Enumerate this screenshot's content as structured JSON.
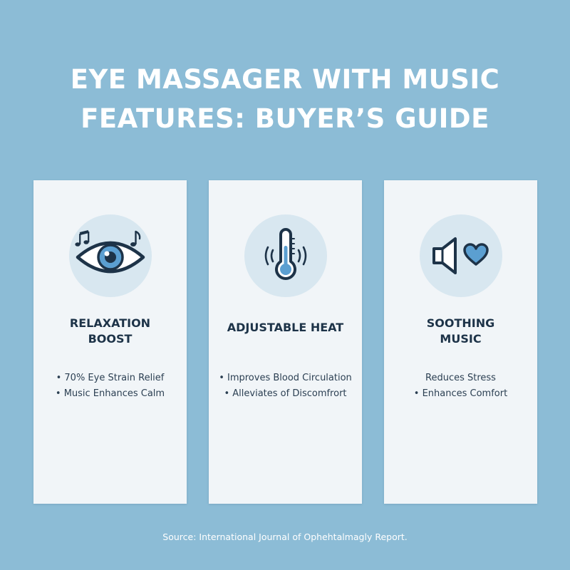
{
  "header": {
    "title_line1": "EYE MASSAGER WITH MUSIC",
    "title_line2": "FEATURES: BUYER’S GUIDE"
  },
  "colors": {
    "background": "#8cbcd6",
    "card": "#f1f5f8",
    "icon_circle": "#d8e7f0",
    "icon_stroke": "#1d3348",
    "accent_blue": "#5b9fd1",
    "heading_text": "#1d3348"
  },
  "cards": [
    {
      "icon": "eye-with-music-notes-icon",
      "title_line1": "RELAXATION",
      "title_line2": "BOOST",
      "bullets": [
        "• 70% Eye Strain Relief",
        "• Music Enhances Calm"
      ]
    },
    {
      "icon": "thermometer-heat-icon",
      "title_line1": "ADJUSTABLE HEAT",
      "title_line2": "",
      "bullets": [
        "• Improves Blood Circulation",
        "• Alleviates of Discomfrort"
      ]
    },
    {
      "icon": "speaker-heart-icon",
      "title_line1": "SOOTHING",
      "title_line2": "MUSIC",
      "bullets": [
        "Reduces Stress",
        "• Enhances Comfort"
      ]
    }
  ],
  "footer": {
    "source": "Source: International Journal of Ophehtalmagly Report."
  }
}
